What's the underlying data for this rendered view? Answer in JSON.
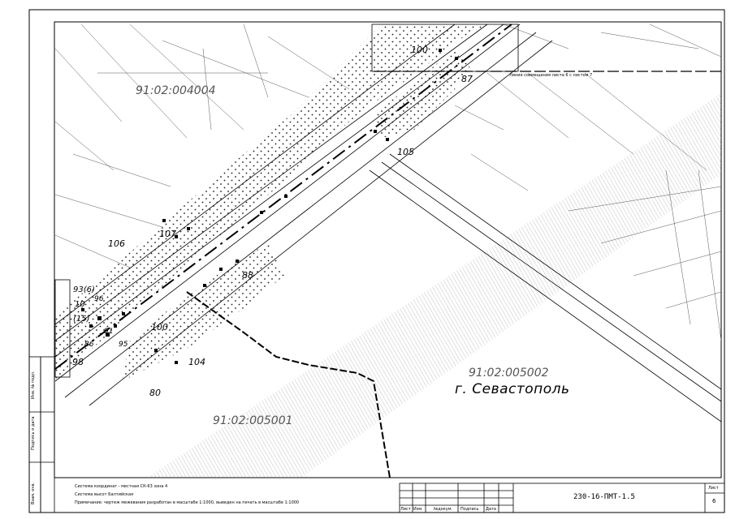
{
  "map": {
    "parcels": {
      "north": "91:02:004004",
      "main": "91:02:005002",
      "south": "91:02:005001"
    },
    "city_label": "г. Севастополь",
    "match_line_label": "Линия совмещения листа 6 с листом 7",
    "markers": {
      "m100_top": "100",
      "m87": "87",
      "m105": "105",
      "m107": "107",
      "m106": "106",
      "m88": "88",
      "m100_mid": "100",
      "m98": "98",
      "m80": "80",
      "m104": "104",
      "m96": "96",
      "m91": "91",
      "m95": "95",
      "m86_left": "86",
      "m_left_top": "93(6)",
      "m_left_mid": "10",
      "m_left_bot": "(15)"
    }
  },
  "notes": {
    "line1": "Система координат - местная СК-63 зона 4",
    "line2": "Система высот Балтийская",
    "line3": "Примечание: чертеж межевания разработан в масштабе 1:1000, выведен на печать в масштабе 1:1000"
  },
  "side_stamp": {
    "inv_no": "Инв. № подл.",
    "signature_date": "Подпись и дата",
    "replaced": "Взам. инв."
  },
  "title_block": {
    "doc_code": "230-16-ПМТ-1.5",
    "sheet_header": "Лист",
    "sheet_no": "6",
    "headers": {
      "list": "Лист",
      "izm": "Изм.",
      "doc_no": "№докум.",
      "signature": "Подпись",
      "date": "Дата"
    }
  }
}
